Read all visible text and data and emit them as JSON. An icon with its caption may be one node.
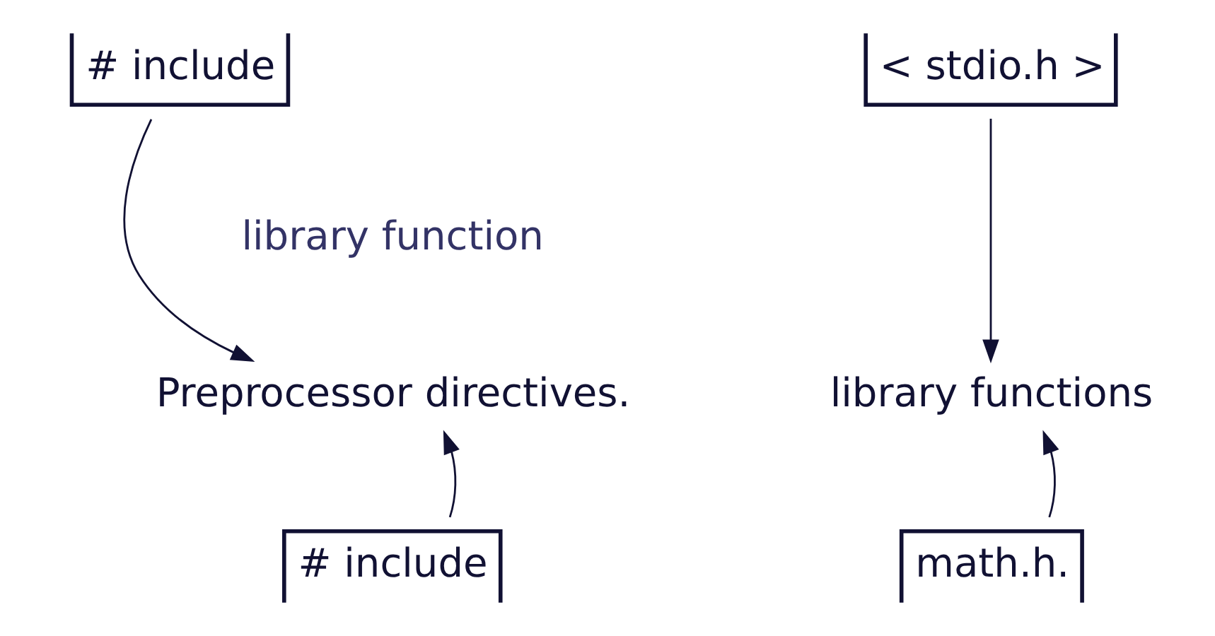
{
  "diagram": {
    "nodes": [
      {
        "text": [
          "# include"
        ]
      },
      {
        "text": [
          "< stdio.h >"
        ]
      },
      {
        "text": [
          "Preprocessor directives."
        ]
      },
      {
        "text": [
          "library functions"
        ]
      },
      {
        "text": [
          "# include"
        ]
      },
      {
        "text": [
          "math.h."
        ]
      }
    ],
    "edges": [
      {
        "from": 0,
        "to": 2,
        "arrow": "to"
      },
      {
        "from": 1,
        "to": 3,
        "arrow": "to"
      },
      {
        "from": 4,
        "to": 2,
        "arrow": "to"
      },
      {
        "from": 5,
        "to": 3,
        "arrow": "to"
      }
    ],
    "labels": [
      "library function"
    ]
  }
}
